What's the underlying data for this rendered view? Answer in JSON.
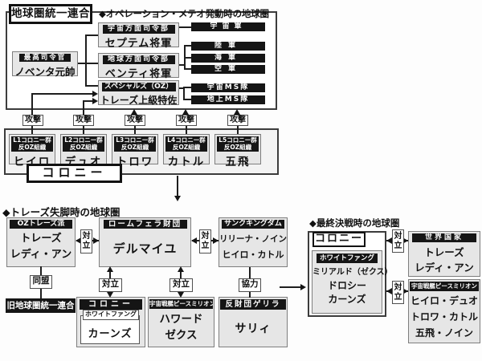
{
  "colors": {
    "bar_bg": "#151515",
    "box_bg": "#e6e6e6",
    "line": "#1e1e1e",
    "paper": "#fdfdfd"
  },
  "meteor": {
    "alliance_title": "地球圏統一連合",
    "heading": "◆オペレーション・メテオ発動時の地球圏",
    "supreme": {
      "label": "最高司令官",
      "name": "ノベンタ元帥"
    },
    "space_cmd": {
      "label": "宇宙方面司令部",
      "name": "セプテム将軍"
    },
    "earth_cmd": {
      "label": "地球方面司令部",
      "name": "ベンティ将軍"
    },
    "specials": {
      "label": "スペシャルズ（OZ）",
      "name": "トレーズ上級特佐"
    },
    "forces": [
      "宇宙軍",
      "陸軍",
      "海軍",
      "空軍",
      "宇宙MS隊",
      "地上MS隊"
    ],
    "attack": "攻撃",
    "pilots": [
      {
        "group": "L1コロニー群",
        "org": "反OZ組織",
        "name": "ヒイロ"
      },
      {
        "group": "L2コロニー群",
        "org": "反OZ組織",
        "name": "デュオ"
      },
      {
        "group": "L3コロニー群",
        "org": "反OZ組織",
        "name": "トロワ"
      },
      {
        "group": "L4コロニー群",
        "org": "反OZ組織",
        "name": "カトル"
      },
      {
        "group": "L5コロニー群",
        "org": "反OZ組織",
        "name": "五飛"
      }
    ],
    "colony_label": "コロニー"
  },
  "downfall": {
    "heading": "◆トレーズ失脚時の地球圏",
    "oz_treize": {
      "label": "OZトレーズ派",
      "line1": "トレーズ",
      "line2": "レディ・アン"
    },
    "romefeller": {
      "label": "ロームフェラ財団",
      "name": "デルマイユ"
    },
    "sanc_kingdom": {
      "label": "サンクキングダム",
      "line1": "リリーナ・ノイン",
      "line2": "ヒイロ・カトル"
    },
    "old_alliance": "旧地球圏統一連合",
    "colony": {
      "label": "コロニー",
      "subgroup": "ホワイトファング",
      "name": "カーンズ"
    },
    "peace_million": {
      "label": "宇宙戦艦ピースミリオン",
      "line1": "ハワード",
      "line2": "ゼクス"
    },
    "guerrilla": {
      "label": "反財団ゲリラ",
      "name": "サリィ"
    },
    "rel_alliance": "同盟",
    "rel_opposition": "対立",
    "rel_cooperation": "協力"
  },
  "final": {
    "heading": "◆最終決戦時の地球圏",
    "colony": {
      "label": "コロニー",
      "subgroup": "ホワイトファング",
      "line1": "ミリアルド（ゼクス）",
      "line2": "ドロシー",
      "line3": "カーンズ"
    },
    "world_nation": {
      "label": "世界国家",
      "line1": "トレーズ",
      "line2": "レディ・アン"
    },
    "peace_million": {
      "label": "宇宙戦艦ピースミリオン",
      "line1": "ヒイロ・デュオ",
      "line2": "トロワ・カトル",
      "line3": "五飛・ノイン"
    },
    "rel_opposition": "対立"
  }
}
